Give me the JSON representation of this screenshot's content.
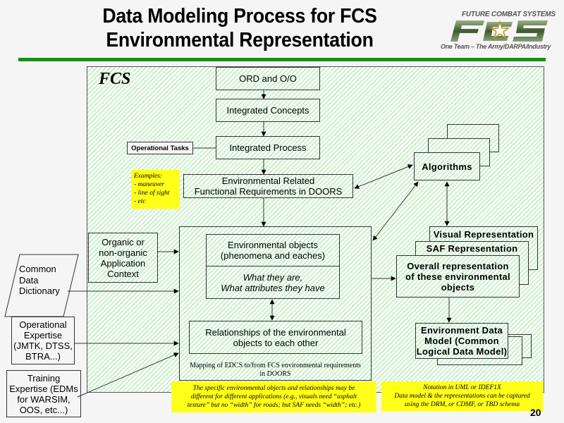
{
  "slide": {
    "title_line1": "Data Modeling Process for FCS",
    "title_line2": "Environmental Representation",
    "page_number": "20",
    "accent_color": "#1f8a1f",
    "highlight_color": "#ffff1a"
  },
  "logo": {
    "top_text": "FUTURE COMBAT SYSTEMS",
    "mark": "FCS",
    "tagline": "One Team – The Army/DARPA/Industry"
  },
  "diagram": {
    "panel_label": "FCS",
    "nodes": {
      "ord": "ORD and O/O",
      "concepts": "Integrated Concepts",
      "process": "Integrated Process",
      "op_tasks": "Operational Tasks",
      "requirements_line1": "Environmental Related",
      "requirements_line2": "Functional Requirements in DOORS",
      "algorithms": "Algorithms",
      "context_lines": [
        "Organic or",
        "non-organic",
        "Application",
        "Context"
      ],
      "env_objects_line1": "Environmental objects",
      "env_objects_line2": "(phenomena and eaches)",
      "env_attrs_line1": "What they are,",
      "env_attrs_line2": "What attributes they have",
      "relationships_line1": "Relationships of the environmental",
      "relationships_line2": "objects to each other",
      "mapping_line1": "Mapping of EDCS to/from FCS environmental requirements",
      "mapping_line2": "in DOORS",
      "visual_rep": "Visual Representation",
      "saf_rep": "SAF Representation",
      "overall_rep_lines": [
        "Overall representation",
        "of these environmental",
        "objects"
      ],
      "data_model_lines": [
        "Environment Data",
        "Model (Common",
        "Logical Data Model)"
      ],
      "dictionary_lines": [
        "Common",
        "Data",
        "Dictionary"
      ],
      "op_expertise_lines": [
        "Operational",
        "Expertise",
        "(JMTK, DTSS,",
        "BTRA...)"
      ],
      "training_lines": [
        "Training",
        "Expertise (EDMs",
        "for WARSIM,",
        "OOS, etc...)"
      ]
    },
    "notes": {
      "examples": [
        "Examples:",
        "- maneuver",
        "- line of sight",
        "- etc"
      ],
      "specific_objects": [
        "The specific environmental objects and relationships may be",
        "different for different applications (e.g., visuals need “asphalt",
        "texture” but no “width” for roads; but SAF needs “width”; etc.)"
      ],
      "notation": [
        "Notation in UML or IDEF1X",
        "Data model & the representations can be captured",
        "using the DRM, or CDMF, or TBD schema"
      ]
    }
  }
}
